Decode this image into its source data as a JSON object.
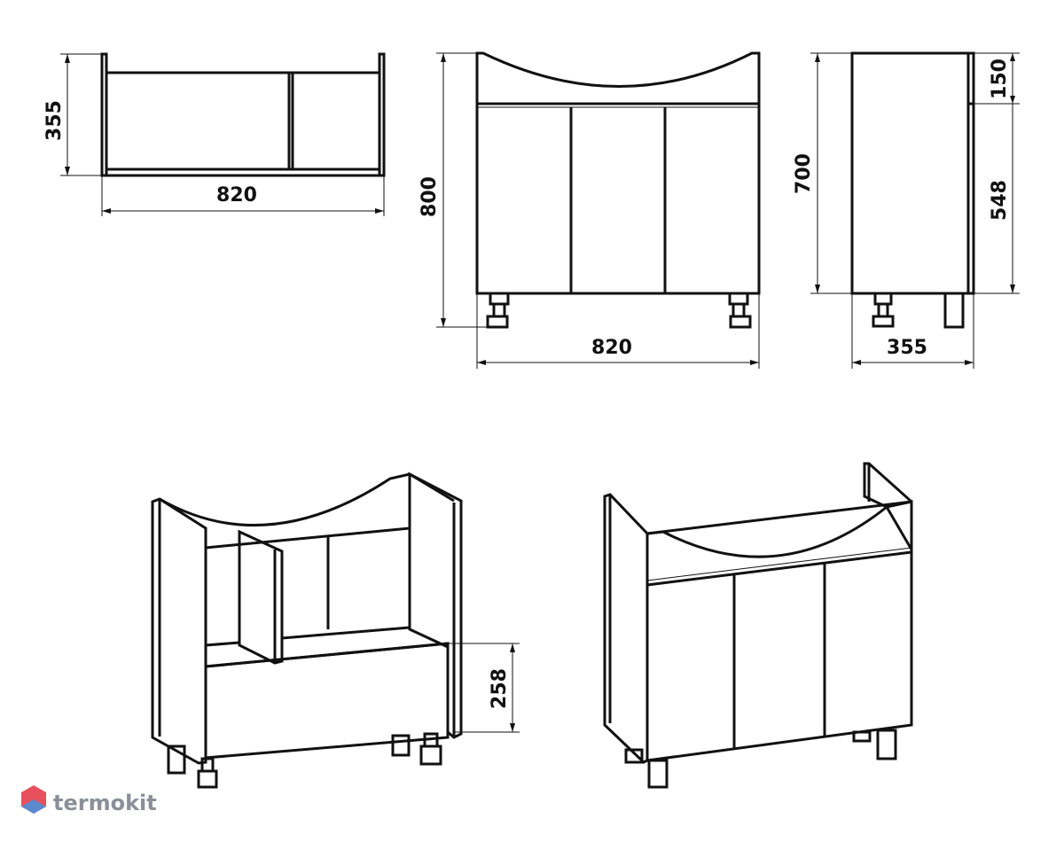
{
  "dimensions": {
    "top_depth": "355",
    "top_width": "820",
    "front_height": "800",
    "front_width": "820",
    "side_height": "700",
    "side_top": "150",
    "side_lower": "548",
    "side_depth": "355",
    "drawer_height": "258"
  },
  "watermark": {
    "brand": "termokit",
    "colors": {
      "red": "#e8505b",
      "blue": "#4a90d9"
    }
  }
}
